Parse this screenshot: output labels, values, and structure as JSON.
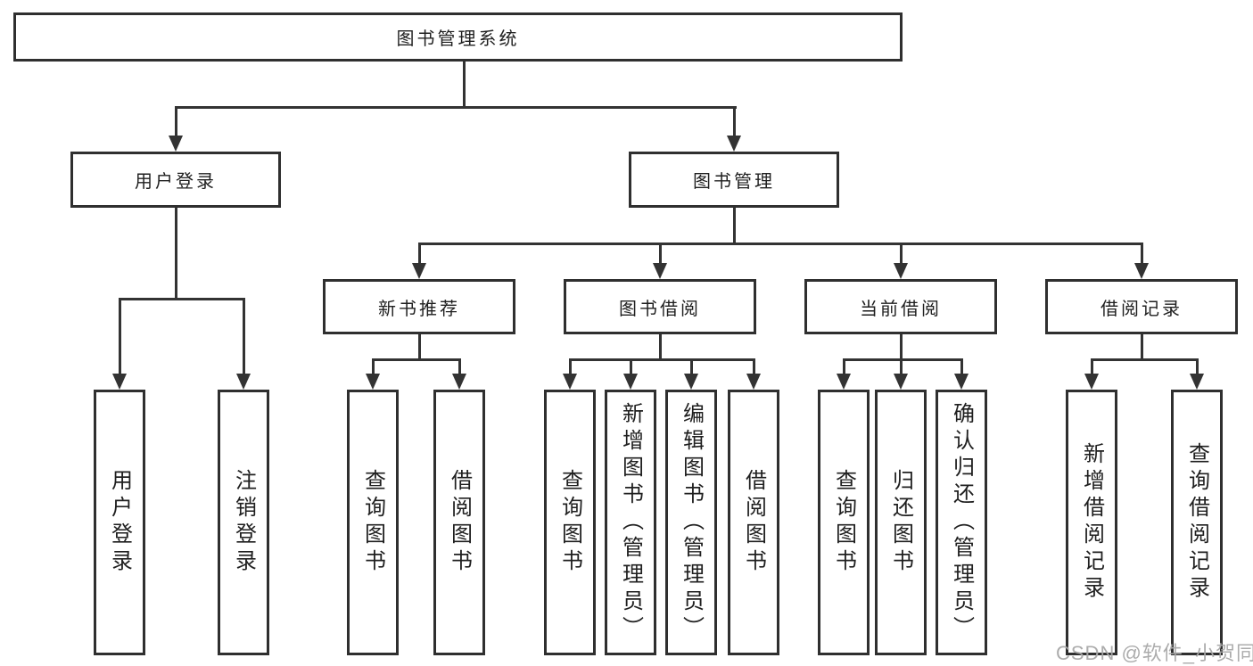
{
  "diagram_title": "图书管理系统",
  "tree": {
    "root": {
      "label": "图书管理系统",
      "children": [
        {
          "label": "用户登录",
          "children": [
            {
              "label": "用户登录"
            },
            {
              "label": "注销登录"
            }
          ]
        },
        {
          "label": "图书管理",
          "children": [
            {
              "label": "新书推荐",
              "children": [
                {
                  "label": "查询图书"
                },
                {
                  "label": "借阅图书"
                }
              ]
            },
            {
              "label": "图书借阅",
              "children": [
                {
                  "label": "查询图书"
                },
                {
                  "label": "新增图书（管理员）"
                },
                {
                  "label": "编辑图书（管理员）"
                },
                {
                  "label": "借阅图书"
                }
              ]
            },
            {
              "label": "当前借阅",
              "children": [
                {
                  "label": "查询图书"
                },
                {
                  "label": "归还图书"
                },
                {
                  "label": "确认归还（管理员）"
                }
              ]
            },
            {
              "label": "借阅记录",
              "children": [
                {
                  "label": "新增借阅记录"
                },
                {
                  "label": "查询借阅记录"
                }
              ]
            }
          ]
        }
      ]
    }
  },
  "watermark": {
    "text": "CSDN @软件_小贺同学"
  },
  "colors": {
    "line": "#333333",
    "box_border": "#2f2f2f",
    "text": "#1f1f1f",
    "watermark": "#a8a8a8",
    "background": "#ffffff"
  }
}
